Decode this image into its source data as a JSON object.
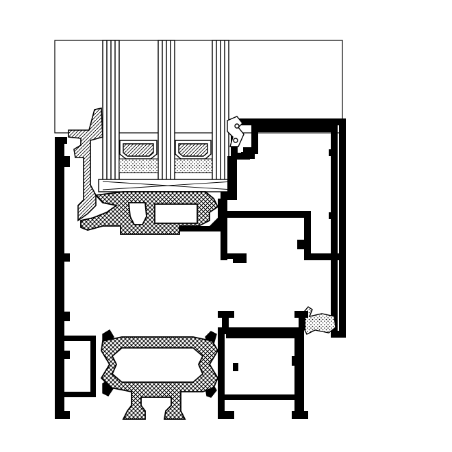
{
  "drawing": {
    "kind": "window-frame-cross-section",
    "labels": [],
    "colors": {
      "background": "#ffffff",
      "profile": "#000000",
      "outline": "#000000",
      "thermal_break_fill": "#cfcfcf",
      "glazing_bead_fill": "#d9d9d9",
      "spacer_fill": "#bdbdbd"
    },
    "components": [
      "glazing-outline",
      "triple-glazing",
      "glass-spacers",
      "desiccant-fill",
      "glazing-bead",
      "sash-outer-profile",
      "sash-inner-profile",
      "sash-thermal-break",
      "frame-outer-profile",
      "frame-inner-profile",
      "frame-thermal-break",
      "gaskets"
    ]
  }
}
